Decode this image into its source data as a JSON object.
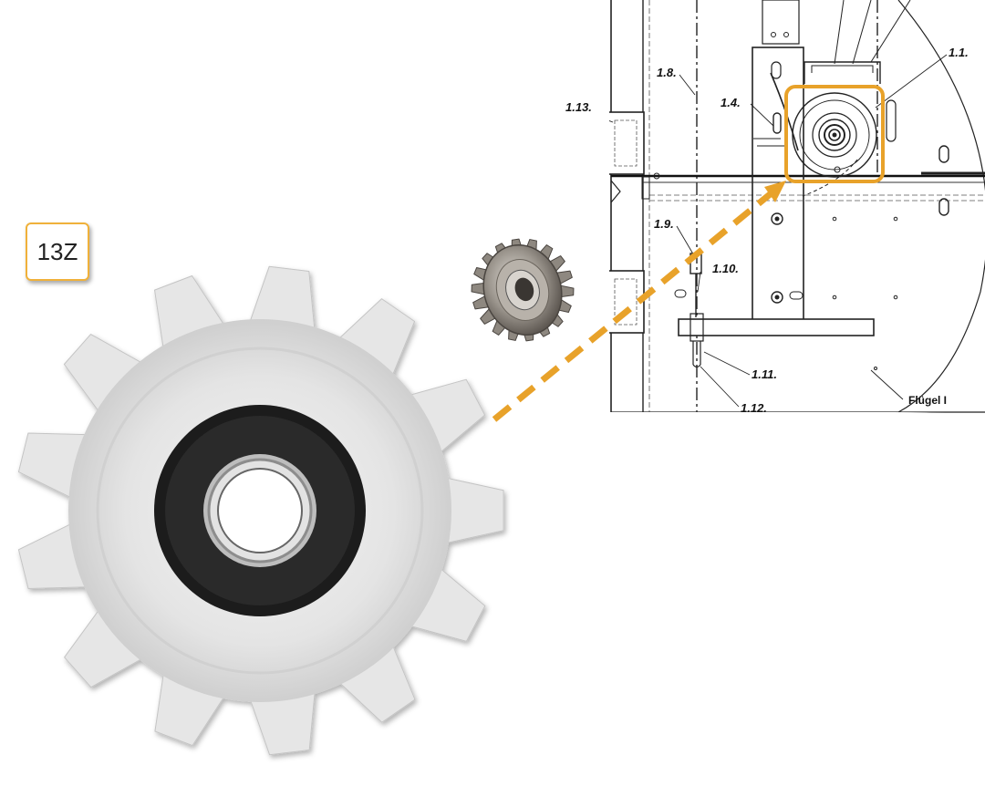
{
  "badge": {
    "text": "13Z"
  },
  "drawing": {
    "labels": [
      "1.1.",
      "1.4.",
      "1.8.",
      "1.9.",
      "1.10.",
      "1.11.",
      "1.12.",
      "1.13."
    ],
    "wing_label": "Flügel I"
  },
  "colors": {
    "highlight": "#e8a22a",
    "arrow": "#e8a22a",
    "badge_border": "#f0b13a"
  },
  "icons": [
    "large-sprocket-13-teeth",
    "small-steel-sprocket",
    "technical-drawing"
  ]
}
